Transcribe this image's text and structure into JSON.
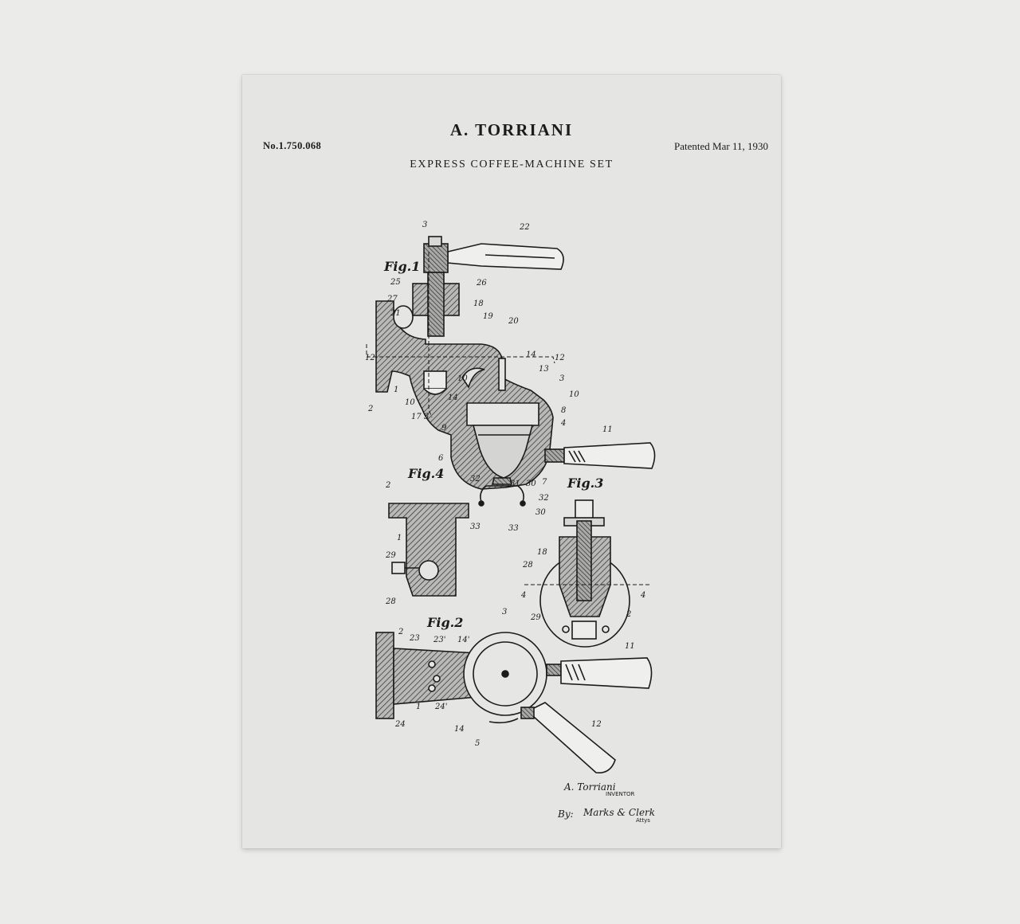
{
  "patent": {
    "inventor": "A. TORRIANI",
    "number": "No.1.750.068",
    "date": "Patented Mar 11, 1930",
    "title": "EXPRESS COFFEE-MACHINE SET"
  },
  "figures": {
    "fig1": "Fig.1",
    "fig2": "Fig.2",
    "fig3": "Fig.3",
    "fig4": "Fig.4"
  },
  "signature": {
    "name": "A. Torriani",
    "role": "INVENTOR",
    "by": "By:",
    "attorney": "Marks & Clerk",
    "attys": "Attys"
  },
  "colors": {
    "paper": "#e5e5e3",
    "background": "#ebebea",
    "ink": "#1b1b1b"
  }
}
